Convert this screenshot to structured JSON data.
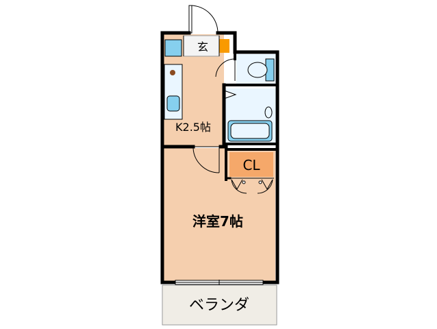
{
  "rooms": {
    "entrance": {
      "label": "玄"
    },
    "kitchen": {
      "label": "K2.5帖"
    },
    "closet": {
      "label": "CL"
    },
    "western_room": {
      "label": "洋室7帖"
    },
    "balcony": {
      "label": "ベランダ"
    }
  },
  "colors": {
    "wall": "#000000",
    "room_fill": "#f5cfae",
    "wet_area": "#eaf6ff",
    "fixture_blue": "#86cfee",
    "closet_orange": "#f5a86a",
    "accent_orange": "#f99a00",
    "balcony_fill": "#f0ede6",
    "entrance_tile": "#f4f4f4"
  }
}
